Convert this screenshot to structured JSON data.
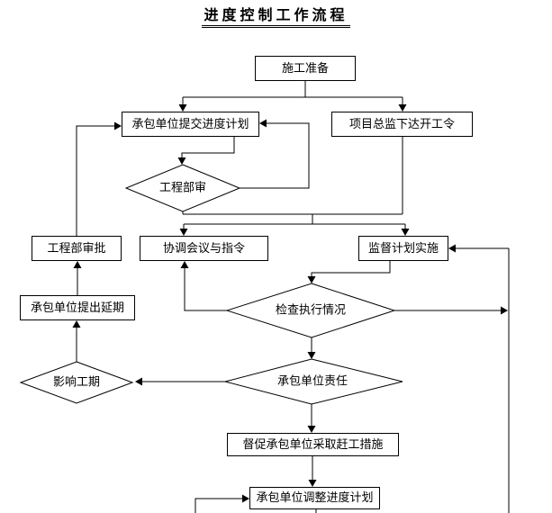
{
  "title": "进度控制工作流程",
  "nodes": {
    "prep": {
      "label": "施工准备"
    },
    "submit_plan": {
      "label": "承包单位提交进度计划"
    },
    "commence_order": {
      "label": "项目总监下达开工令"
    },
    "dept_review": {
      "label": "工程部审"
    },
    "dept_approval": {
      "label": "工程部审批"
    },
    "coordination": {
      "label": "协调会议与指令"
    },
    "supervise": {
      "label": "监督计划实施"
    },
    "extension": {
      "label": "承包单位提出延期"
    },
    "check": {
      "label": "检查执行情况"
    },
    "responsibility": {
      "label": "承包单位责任"
    },
    "affect_period": {
      "label": "影响工期"
    },
    "rush_measures": {
      "label": "督促承包单位采取赶工措施"
    },
    "adjust_plan": {
      "label": "承包单位调整进度计划"
    }
  },
  "colors": {
    "line": "#000000",
    "background": "#ffffff",
    "shape_fill": "#ffffff"
  }
}
